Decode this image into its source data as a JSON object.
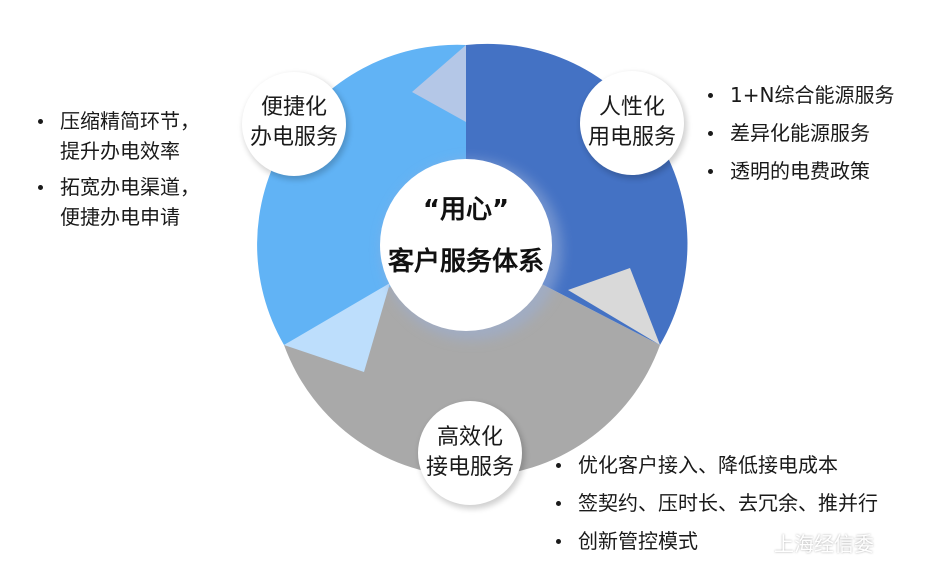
{
  "center": {
    "title_line1": "“用心”",
    "title_line2": "客户服务体系"
  },
  "segments": [
    {
      "key": "top_right",
      "line1": "人性化",
      "line2": "用电服务",
      "color": "#4472C4"
    },
    {
      "key": "bottom",
      "line1": "高效化",
      "line2": "接电服务",
      "color": "#A9A9A9"
    },
    {
      "key": "top_left",
      "line1": "便捷化",
      "line2": "办电服务",
      "color": "#61B3F5"
    }
  ],
  "bullets_left": [
    {
      "line1": "压缩精简环节，",
      "line2": "提升办电效率"
    },
    {
      "line1": "拓宽办电渠道，",
      "line2": "便捷办电申请"
    }
  ],
  "bullets_right": [
    "1+N综合能源服务",
    "差异化能源服务",
    "透明的电费政策"
  ],
  "bullets_bottom": [
    "优化客户接入、降低接电成本",
    "签契约、压时长、去冗余、推并行",
    "创新管控模式"
  ],
  "watermark": {
    "icon": "wechat-icon",
    "text": "上海经信委"
  }
}
